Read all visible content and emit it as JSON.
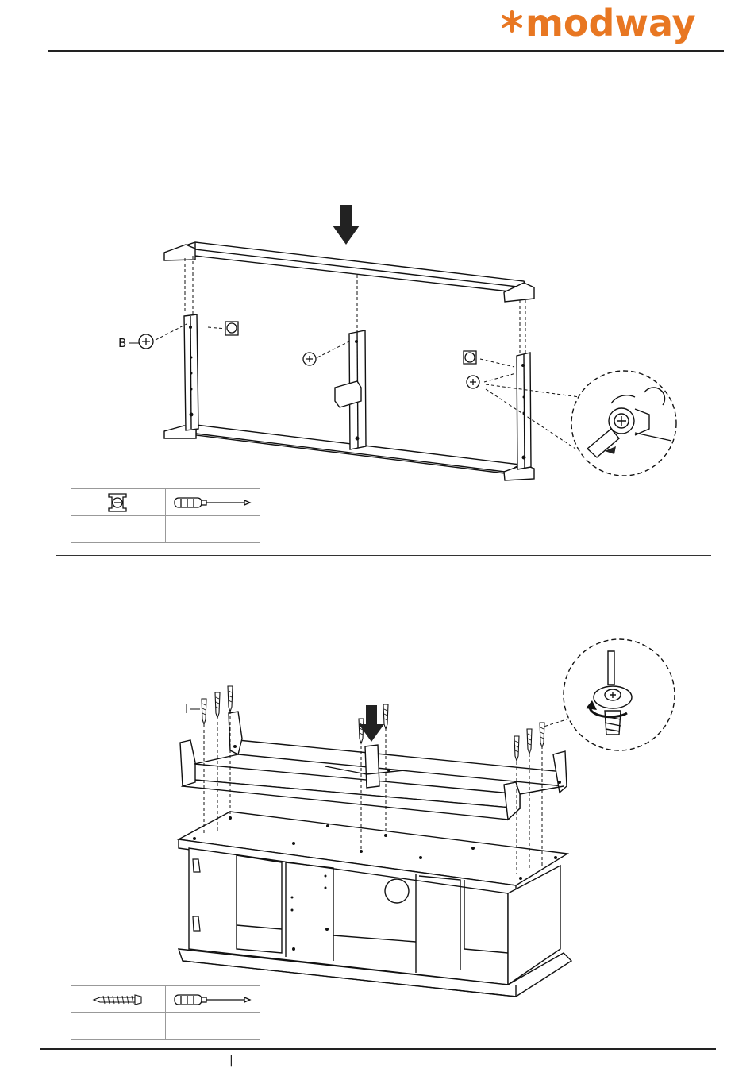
{
  "brand": {
    "logo_text": "modway",
    "accent_color": "#e87722"
  },
  "step1": {
    "labels": {
      "cam_bolt": "B"
    },
    "parts_table": {
      "cells": [
        "cam-lock-icon",
        "screwdriver-icon"
      ],
      "quantities": [
        "",
        ""
      ]
    }
  },
  "step2": {
    "labels": {
      "screw": "I"
    },
    "parts_table": {
      "cells": [
        "screw-icon",
        "screwdriver-icon"
      ],
      "quantities": [
        "",
        ""
      ]
    }
  },
  "footer": {
    "page_marker": "|"
  }
}
